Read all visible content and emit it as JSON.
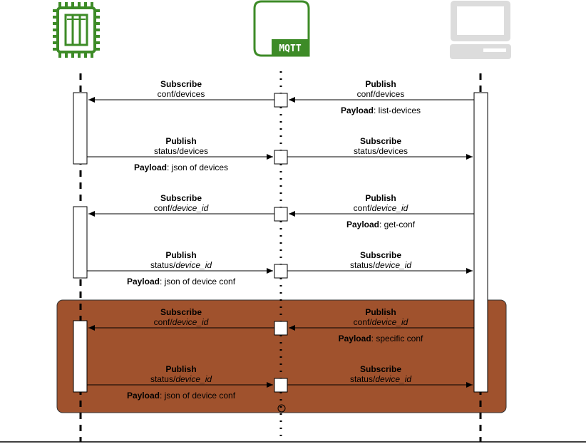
{
  "actors": {
    "device_icon": "chip-icon",
    "broker_icon": "mqtt-broker-icon",
    "broker_label": "MQTT",
    "client_icon": "computer-icon"
  },
  "colors": {
    "chip_green": "#3d8b27",
    "mqtt_green": "#3d8b27",
    "computer_gray": "#dcdcdc",
    "highlight_box": "#a0522d"
  },
  "messages": [
    {
      "left": {
        "action": "Subscribe",
        "topic_prefix": "conf/",
        "topic_var": "devices",
        "italic": false
      },
      "right": {
        "action": "Publish",
        "topic_prefix": "conf/",
        "topic_var": "devices",
        "italic": false
      },
      "payload_side": "right",
      "payload_label": "Payload",
      "payload_text": ": list-devices",
      "direction": "right-to-left"
    },
    {
      "left": {
        "action": "Publish",
        "topic_prefix": "status/",
        "topic_var": "devices",
        "italic": false
      },
      "right": {
        "action": "Subscribe",
        "topic_prefix": "status/",
        "topic_var": "devices",
        "italic": false
      },
      "payload_side": "left",
      "payload_label": "Payload",
      "payload_text": ": json of devices",
      "direction": "left-to-right"
    },
    {
      "left": {
        "action": "Subscribe",
        "topic_prefix": "conf/",
        "topic_var": "device_id",
        "italic": true
      },
      "right": {
        "action": "Publish",
        "topic_prefix": "conf/",
        "topic_var": "device_id",
        "italic": true
      },
      "payload_side": "right",
      "payload_label": "Payload",
      "payload_text": ": get-conf",
      "direction": "right-to-left"
    },
    {
      "left": {
        "action": "Publish",
        "topic_prefix": "status/",
        "topic_var": "device_id",
        "italic": true
      },
      "right": {
        "action": "Subscribe",
        "topic_prefix": "status/",
        "topic_var": "device_id",
        "italic": true
      },
      "payload_side": "left",
      "payload_label": "Payload",
      "payload_text": ": json of device conf",
      "direction": "left-to-right"
    },
    {
      "left": {
        "action": "Subscribe",
        "topic_prefix": "conf/",
        "topic_var": "device_id",
        "italic": true
      },
      "right": {
        "action": "Publish",
        "topic_prefix": "conf/",
        "topic_var": "device_id",
        "italic": true
      },
      "payload_side": "right",
      "payload_label": "Payload",
      "payload_text": ": specific conf",
      "direction": "right-to-left"
    },
    {
      "left": {
        "action": "Publish",
        "topic_prefix": "status/",
        "topic_var": "device_id",
        "italic": true
      },
      "right": {
        "action": "Subscribe",
        "topic_prefix": "status/",
        "topic_var": "device_id",
        "italic": true
      },
      "payload_side": "left",
      "payload_label": "Payload",
      "payload_text": ": json of device conf",
      "direction": "left-to-right"
    }
  ]
}
